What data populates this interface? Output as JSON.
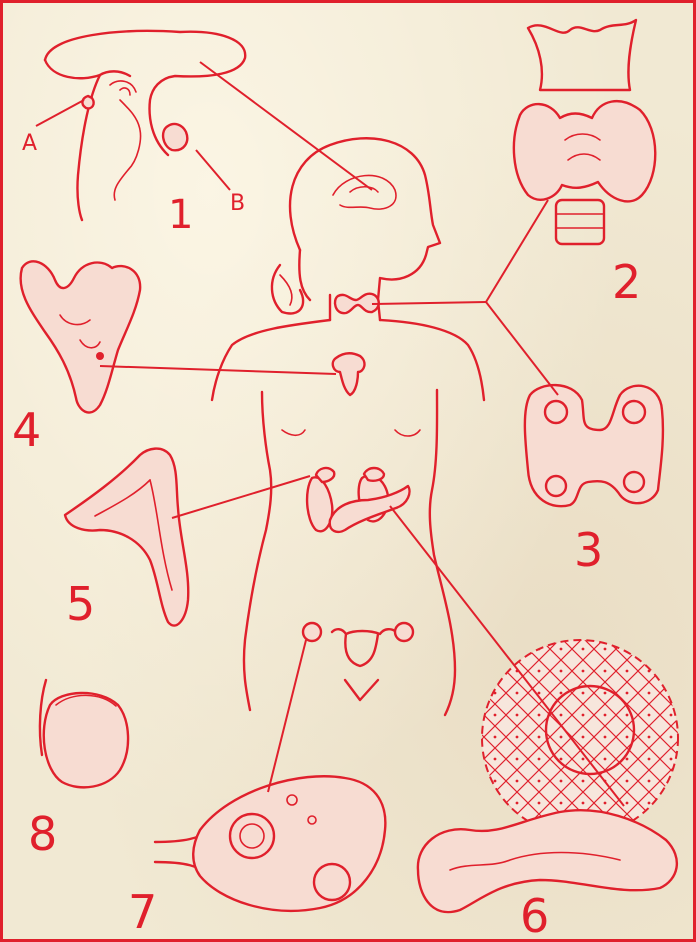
{
  "labels": {
    "n1": "1",
    "n2": "2",
    "n3": "3",
    "n4": "4",
    "n5": "5",
    "n6": "6",
    "n7": "7",
    "n8": "8",
    "a": "A",
    "b": "B"
  },
  "colors": {
    "ink": "#e0202c",
    "paper": "#f1e9d3",
    "gland_fill": "#f7dcd2"
  }
}
